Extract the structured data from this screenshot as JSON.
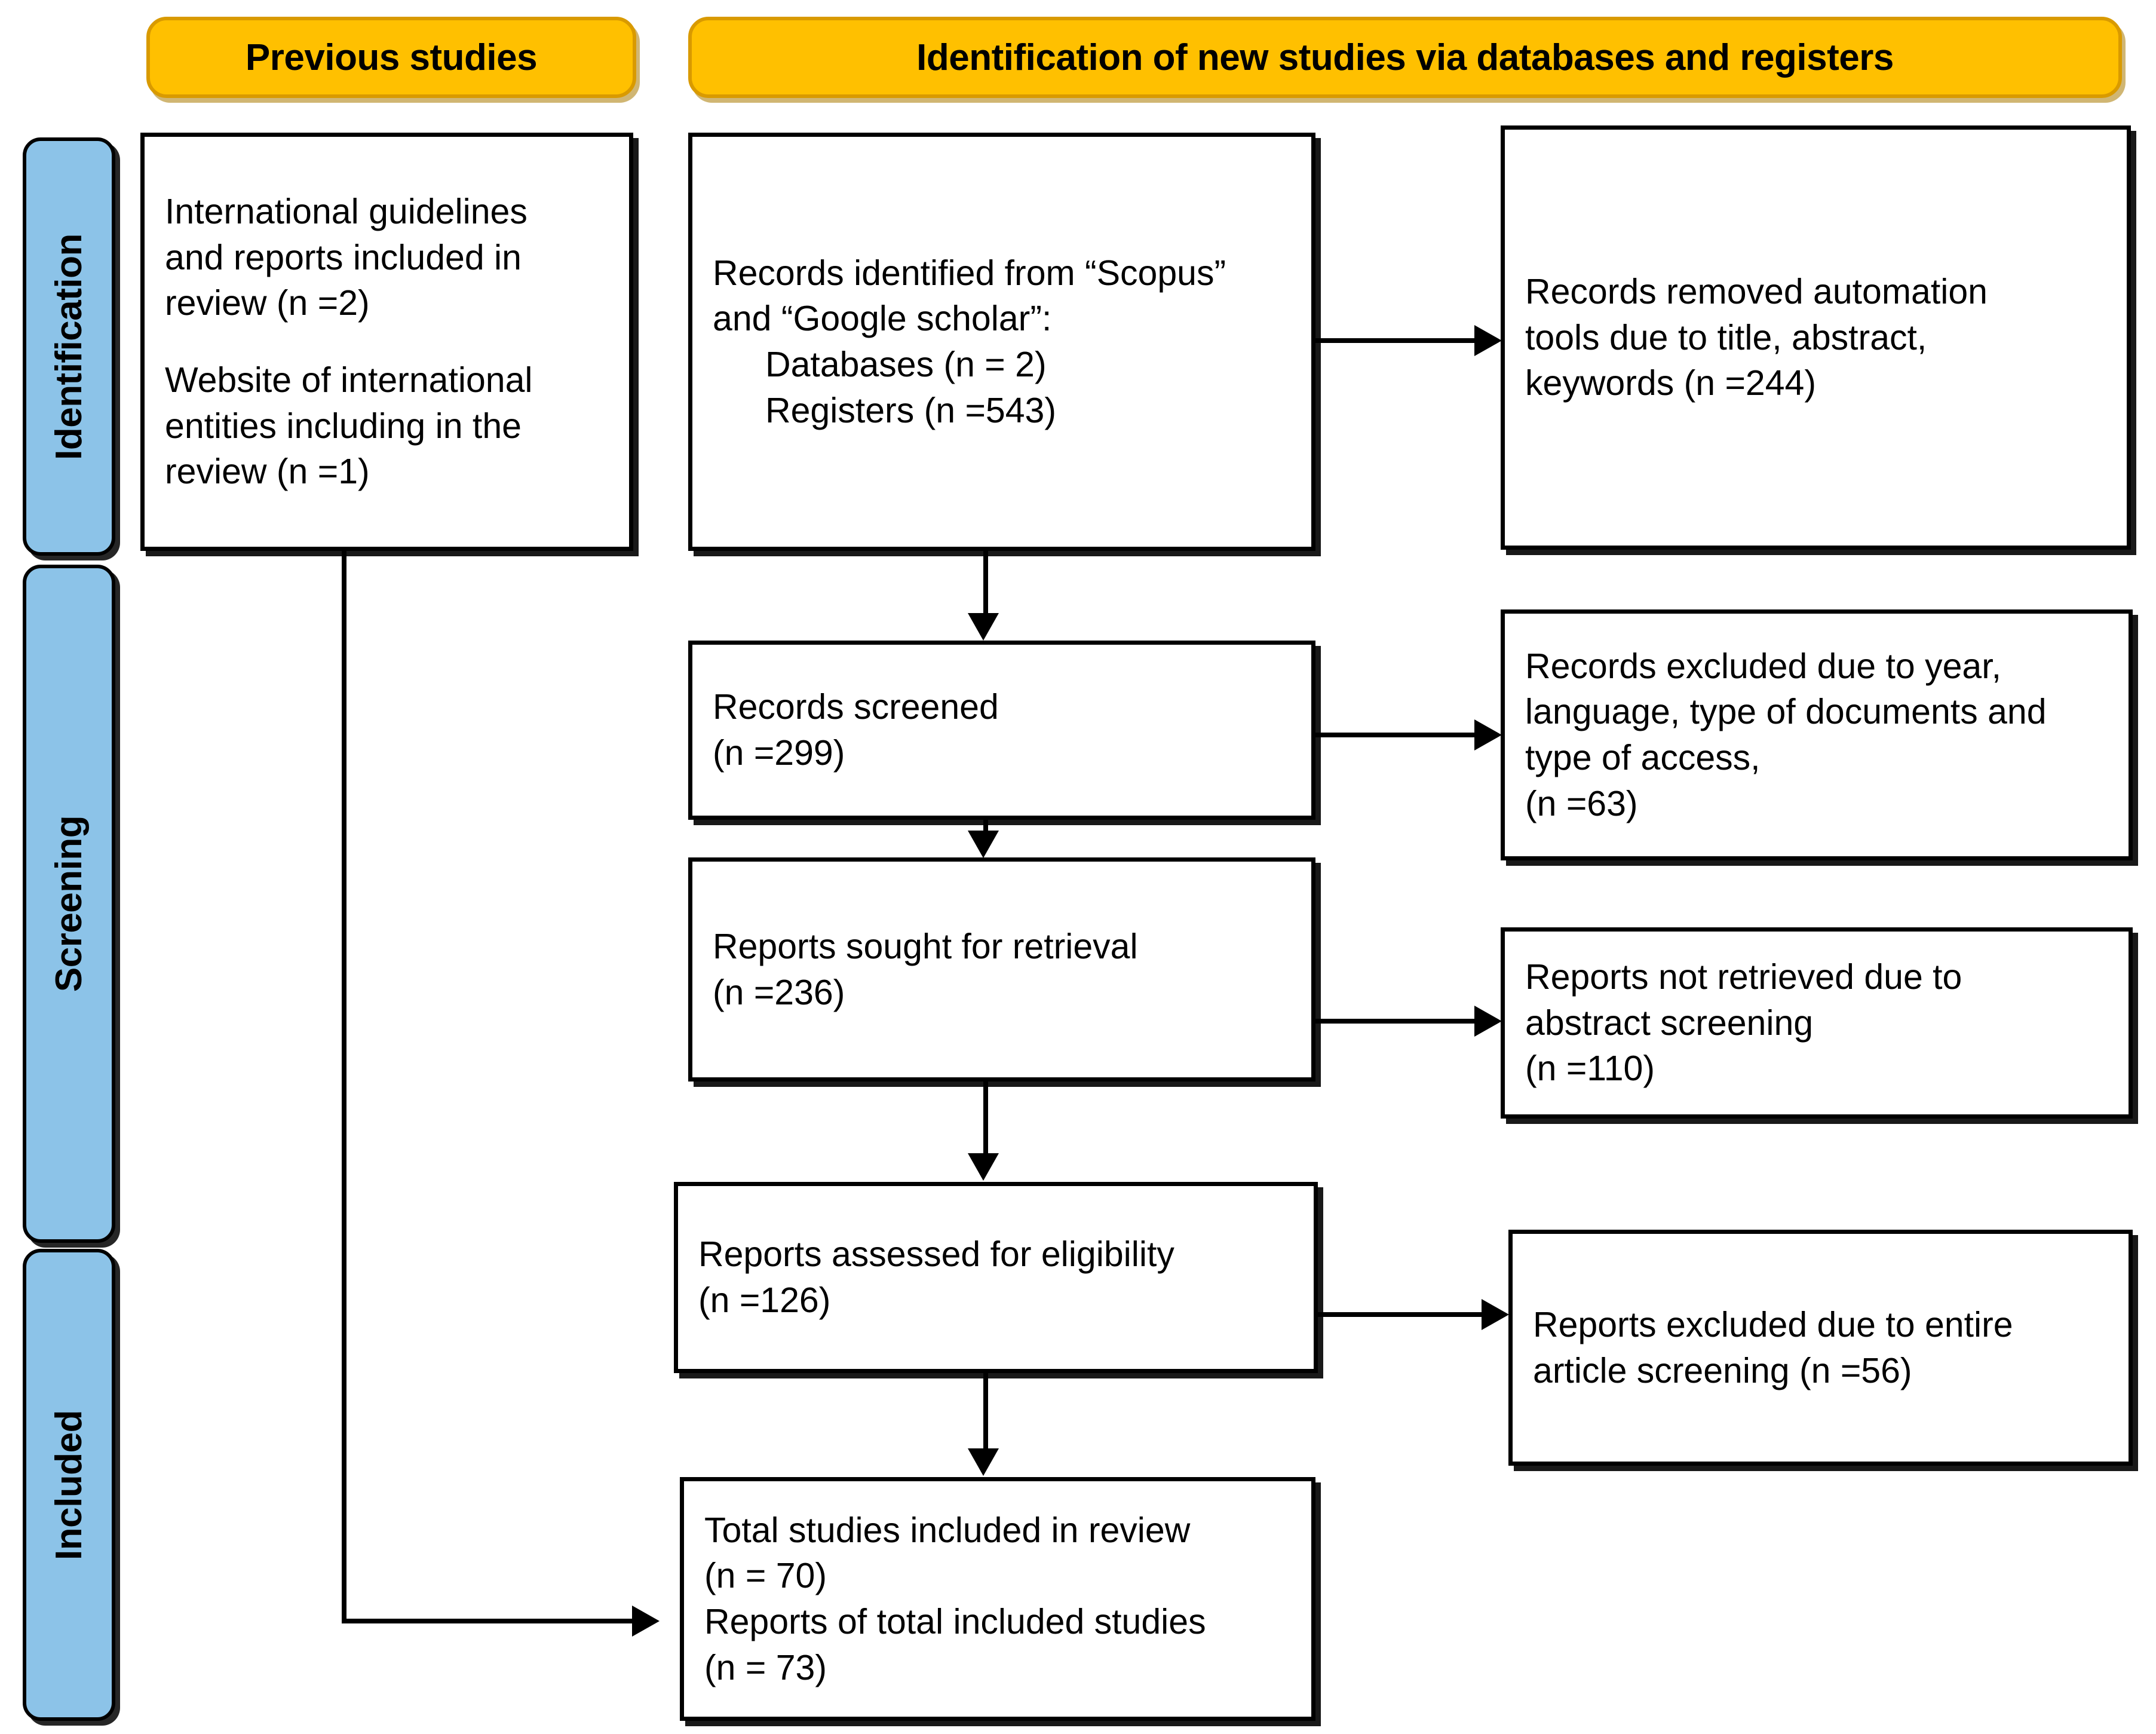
{
  "banners": [
    {
      "id": "previous-studies",
      "label": "Previous studies"
    },
    {
      "id": "new-studies",
      "label": "Identification of new studies via databases and registers"
    }
  ],
  "stages": [
    {
      "id": "identification",
      "label": "Identification"
    },
    {
      "id": "screening",
      "label": "Screening"
    },
    {
      "id": "included",
      "label": "Included"
    }
  ],
  "boxes": {
    "previous_sources": {
      "line1": "International guidelines\nand reports included in\nreview (n =2)",
      "line2": "Website of international\nentities including in the\nreview (n =1)"
    },
    "records_identified": {
      "line1": "Records identified from “Scopus”\nand “Google scholar”:",
      "line2": "Databases (n = 2)\nRegisters (n =543)"
    },
    "records_removed": {
      "text": "Records removed automation\ntools due to title, abstract,\nkeywords (n =244)"
    },
    "records_screened": {
      "text": "Records screened\n(n =299)"
    },
    "records_excluded": {
      "text": "Records excluded due to year,\nlanguage, type of documents and\ntype of access,\n(n =63)"
    },
    "reports_sought": {
      "text": "Reports sought for retrieval\n(n =236)"
    },
    "reports_not_retrieved": {
      "text": "Reports not retrieved due to\nabstract screening\n(n =110)"
    },
    "reports_assessed": {
      "text": "Reports assessed for eligibility\n(n =126)"
    },
    "reports_excluded": {
      "text": "Reports excluded due to entire\narticle screening (n =56)"
    },
    "total_included": {
      "text": "Total studies included in review\n(n = 70)\nReports of total included studies\n(n = 73)"
    }
  },
  "chart_data": {
    "type": "flowchart",
    "title": "PRISMA 2020 flow diagram",
    "counts": {
      "previous_guidelines_reports": 2,
      "previous_websites": 1,
      "databases": 2,
      "registers": 543,
      "records_removed_automation": 244,
      "records_screened": 299,
      "records_excluded": 63,
      "reports_sought": 236,
      "reports_not_retrieved": 110,
      "reports_assessed": 126,
      "reports_excluded": 56,
      "total_studies_included": 70,
      "reports_of_total_included": 73
    },
    "colors": {
      "banner_fill": "#FFC000",
      "banner_border": "#D99A00",
      "stage_fill": "#8CC3E8",
      "box_border": "#000000",
      "background": "#FFFFFF"
    }
  }
}
